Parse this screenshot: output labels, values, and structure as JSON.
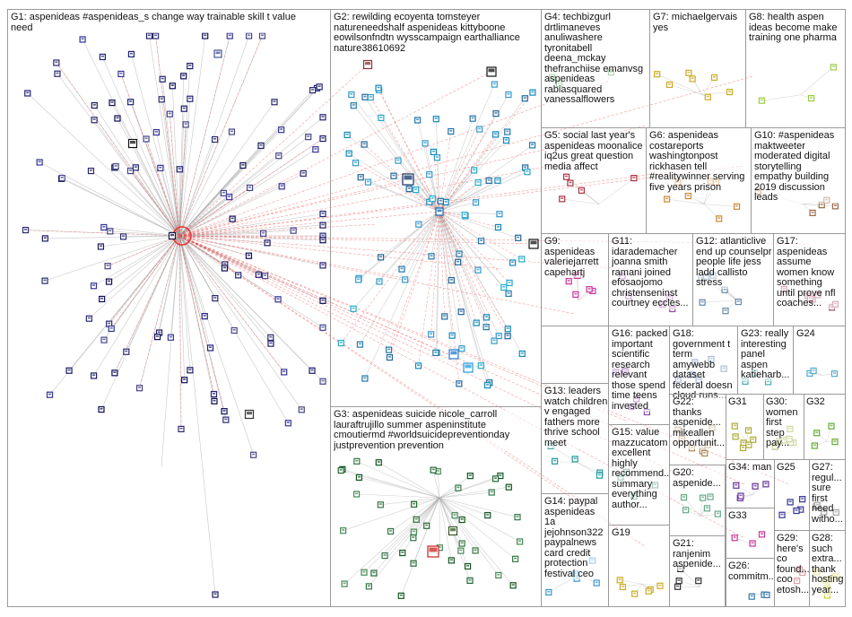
{
  "graph": {
    "groups": [
      {
        "id": "G1",
        "text": "G1: aspenideas #aspenideas_s change way trainable skill t value\nneed"
      },
      {
        "id": "G2",
        "text": "G2: rewilding ecoyenta tomsteyer\nnatureneedshalf aspenideas kittyboone\neowilsonfndtn wysscampaign earthalliance\nnature38610692"
      },
      {
        "id": "G3",
        "text": "G3: aspenideas suicide nicole_carroll\nlauraftrujillo summer aspeninstitute\ncmoutiermd #worldsuicidepreventionday\njustprevention prevention"
      },
      {
        "id": "G4",
        "text": "G4: techbizgurl\ndrtlimaneves\nanuliwashere\ntyronitabell\ndeena_mckay\nthefranchiise emanvsg\naspenideas\nrabiasquared\nvanessalflowers"
      },
      {
        "id": "G5",
        "text": "G5: social last year's\naspenideas moonalice\niq2us great question\nmedia affect"
      },
      {
        "id": "G6",
        "text": "G6: aspenideas\ncostareports\nwashingtonpost\nrickhasen tell\n#realitywinner serving\nfive years prison"
      },
      {
        "id": "G7",
        "text": "G7: michaelgervais\nyes"
      },
      {
        "id": "G8",
        "text": "G8: health aspen\nideas become make\ntraining one pharma"
      },
      {
        "id": "G9",
        "text": "G9:\naspenideas\nvaleriejarrett\ncapehartj"
      },
      {
        "id": "G10",
        "text": "G10: #aspenideas\nmaktweeter\nmoderated digital\nstorytelling\nempathy building\n2019 discussion\nleads"
      },
      {
        "id": "G11",
        "text": "G11:\nidarademacher\njoanna smith\nramani joined\nefosaojomo\nchristenseninst\ncourtney eccles..."
      },
      {
        "id": "G12",
        "text": "G12: atlanticlive\nend up counselpr\npeople life jess\nladd callisto\nstress"
      },
      {
        "id": "G13",
        "text": "G13: leaders\nwatch children\nv engaged\nfathers more\nthrive school\nmeet"
      },
      {
        "id": "G14",
        "text": "G14: paypal\naspenideas\n1a\njejohnson322\npaypalnews\ncard credit\nprotection\nfestival ceo"
      },
      {
        "id": "G15",
        "text": "G15: value\nmazzucatom\nexcellent\nhighly\nrecommend...\nsummary\neverything\nauthor..."
      },
      {
        "id": "G16",
        "text": "G16: packed\nimportant\nscientific\nresearch\nrelevant\nthose spend\ntime teens\ninvested"
      },
      {
        "id": "G17",
        "text": "G17:\naspenideas\nassume\nwomen know\nsomething\nuntil prove nfl\ncoaches..."
      },
      {
        "id": "G18",
        "text": "G18:\ngovernment t\nterm amywebb\ndataset\nfederal doesn\ncloud runs..."
      },
      {
        "id": "G19",
        "text": "G19"
      },
      {
        "id": "G20",
        "text": "G20:\naspenide..."
      },
      {
        "id": "G21",
        "text": "G21:\nranjenim\naspenide..."
      },
      {
        "id": "G22",
        "text": "G22:\nthanks\naspenide...\nmikeallen\nopportunit..."
      },
      {
        "id": "G23",
        "text": "G23: really\ninteresting\npanel\naspen\nkatieharb..."
      },
      {
        "id": "G24",
        "text": "G24"
      },
      {
        "id": "G25",
        "text": "G25"
      },
      {
        "id": "G26",
        "text": "G26:\ncommitm..."
      },
      {
        "id": "G27",
        "text": "G27:\nregul...\nsure\nfirst\nneed\nwitho..."
      },
      {
        "id": "G28",
        "text": "G28:\nsuch\nextra...\nthank\nhosting\nyear..."
      },
      {
        "id": "G29",
        "text": "G29:\nhere's\nco\nfound...\ncoo\netosh..."
      },
      {
        "id": "G30",
        "text": "G30:\nwomen\nfirst\nstep\npay..."
      },
      {
        "id": "G31",
        "text": "G31"
      },
      {
        "id": "G32",
        "text": "G32"
      },
      {
        "id": "G33",
        "text": "G33"
      },
      {
        "id": "G34",
        "text": "G34: man"
      }
    ]
  }
}
